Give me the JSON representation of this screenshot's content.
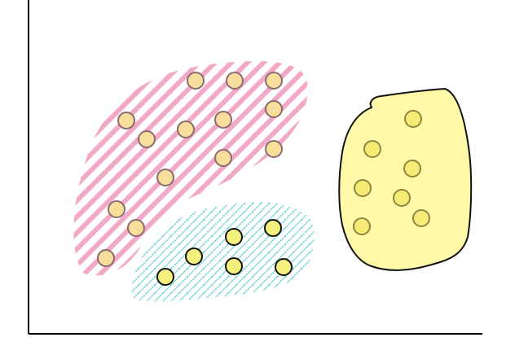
{
  "diagram": {
    "type": "cluster-scatter",
    "axes": {
      "show_left_axis": true,
      "show_bottom_axis": true,
      "axis_color": "#000000"
    },
    "clusters": [
      {
        "name": "pink-hatched-region",
        "fill_pattern": "diagonal-stripes",
        "pattern_color": "#f2a9c8",
        "point_fill": "#f7de9a",
        "point_stroke": "#8b6a70",
        "point_count": 15
      },
      {
        "name": "cyan-hatched-region",
        "fill_pattern": "dashed-diagonal-hatch",
        "pattern_color": "#49c7cf",
        "point_fill": "#f3f07d",
        "point_stroke": "#111111",
        "point_count": 6
      },
      {
        "name": "yellow-filled-region",
        "fill_pattern": "solid",
        "fill_color": "#fff9a8",
        "outline_color": "#111111",
        "point_fill": "#f5eb75",
        "point_stroke": "#8f8740",
        "point_count": 8
      }
    ]
  }
}
